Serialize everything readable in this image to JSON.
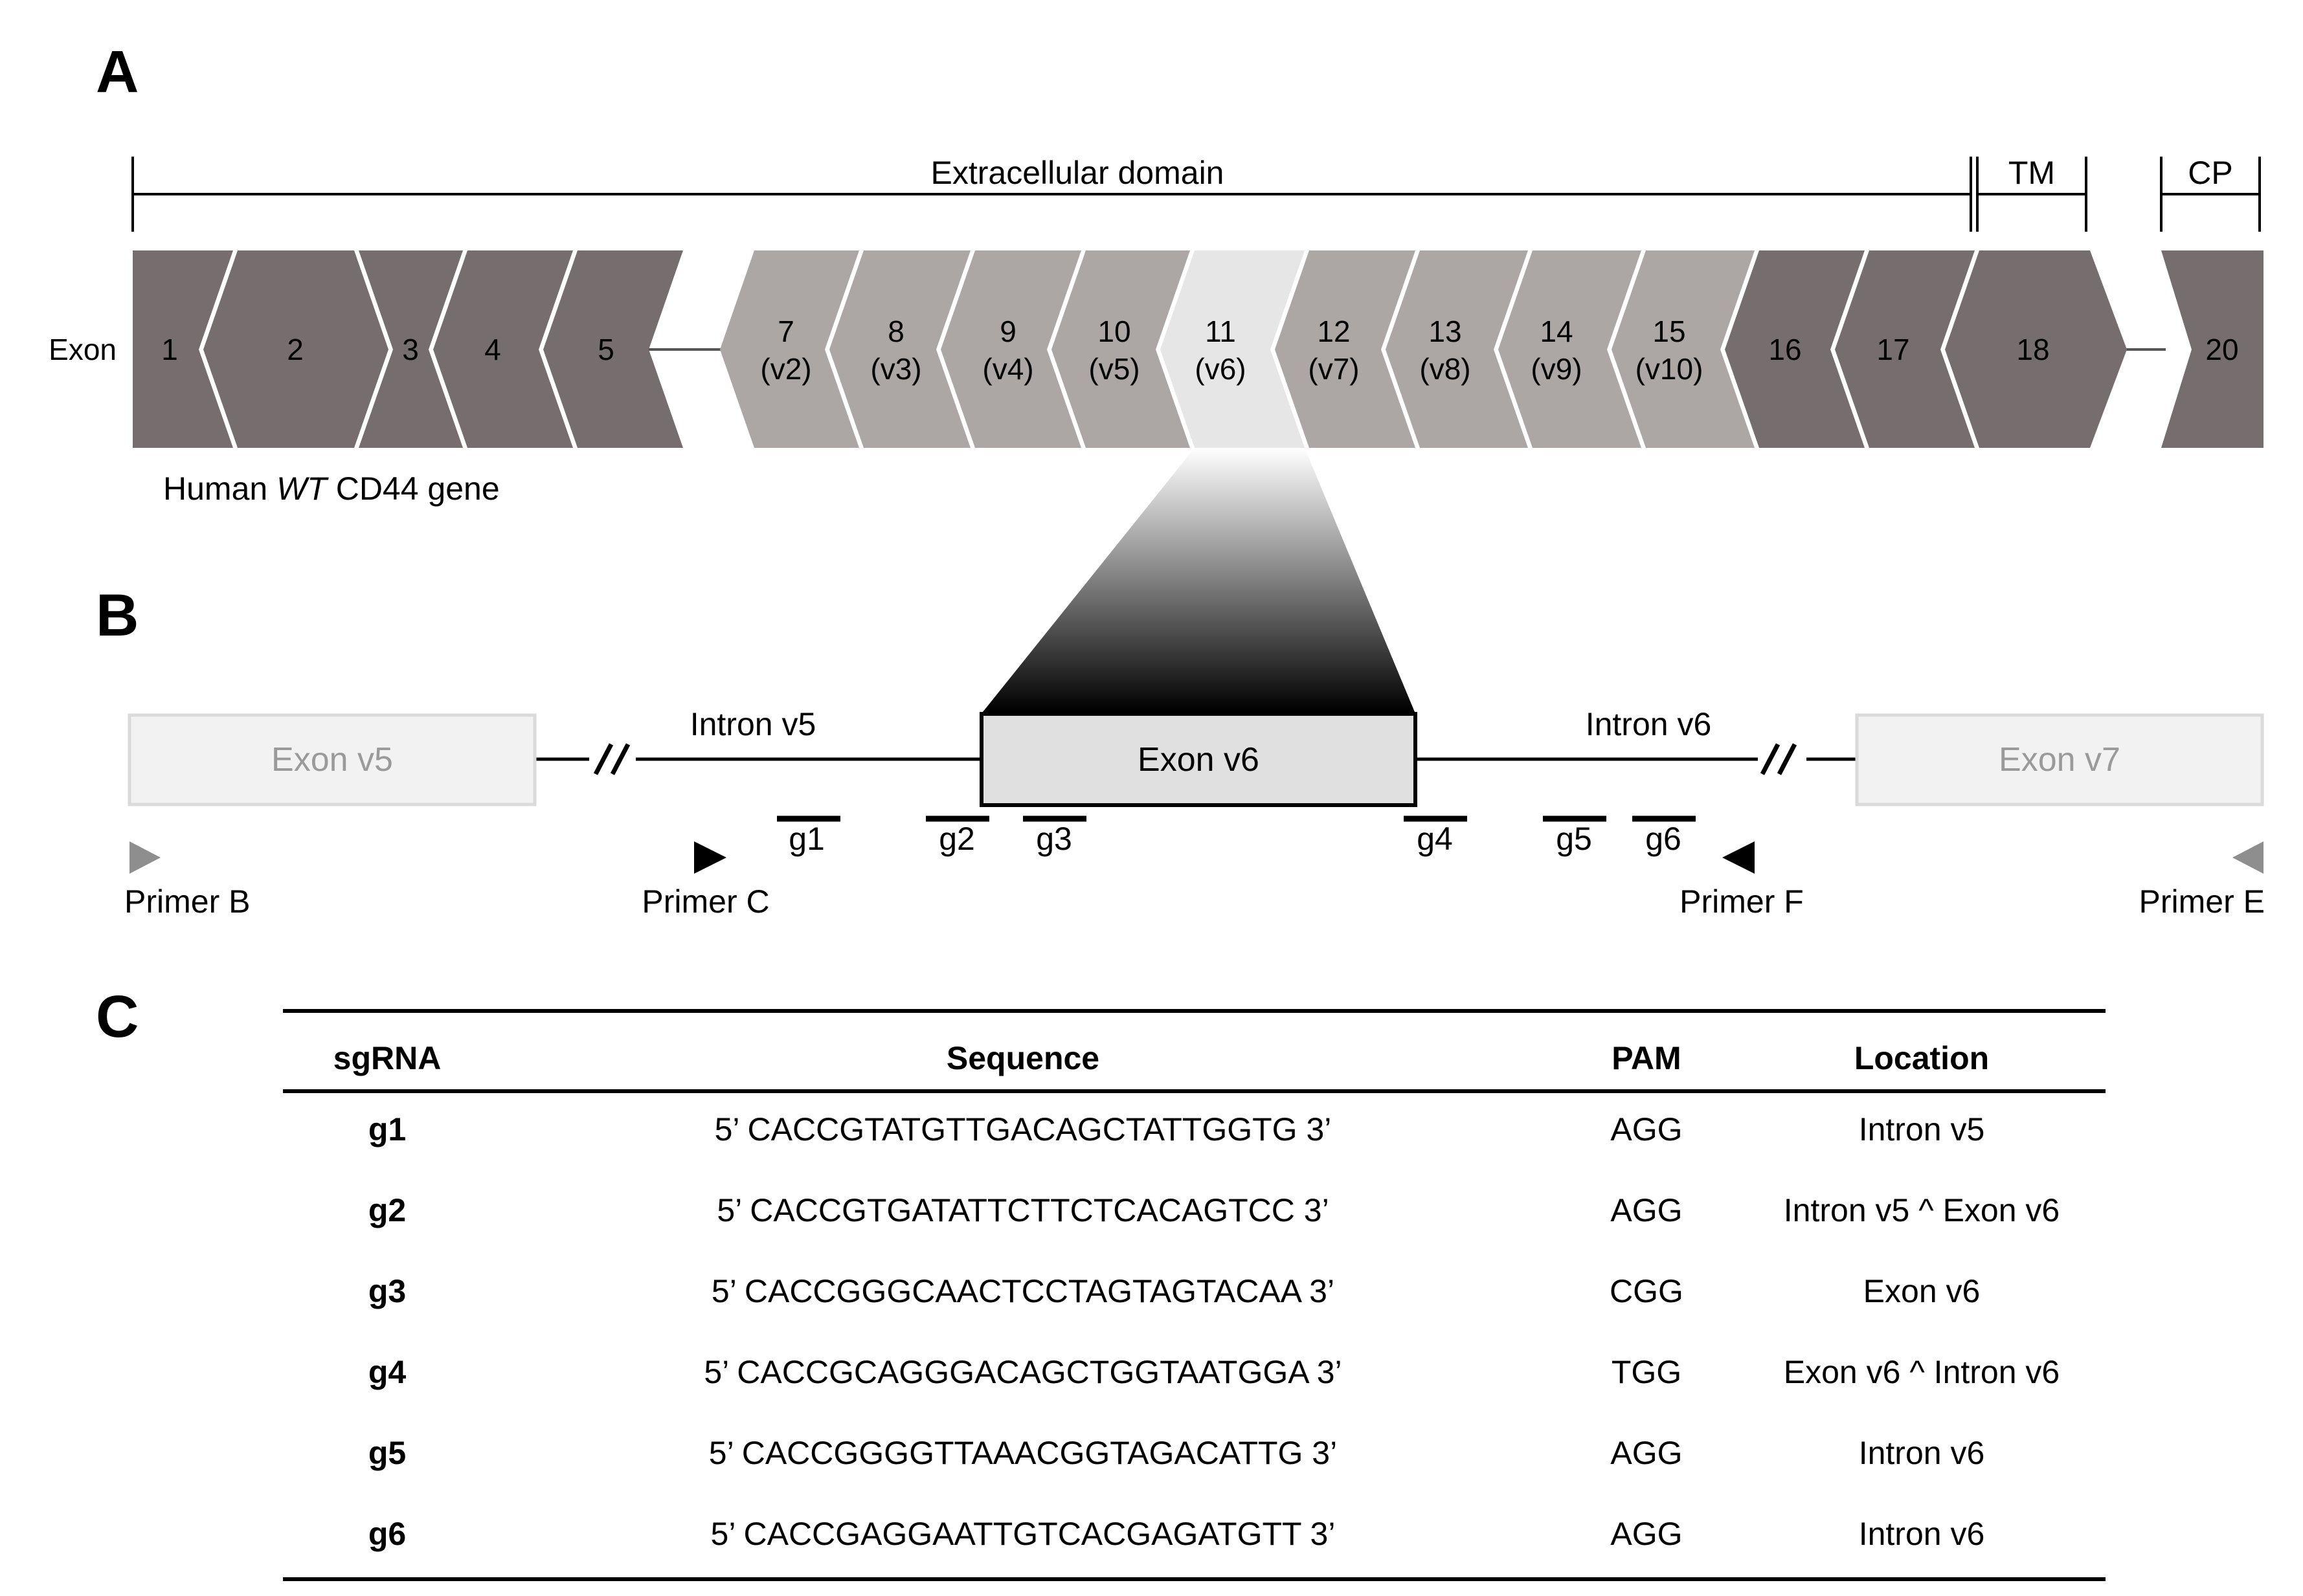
{
  "panels": {
    "a": "A",
    "b": "B",
    "c": "C"
  },
  "panel_a": {
    "exon_row_label": "Exon",
    "gene_label": {
      "prefix": "Human ",
      "italic": "WT",
      "suffix": " CD44 gene"
    },
    "domains": [
      {
        "key": "extracellular",
        "label": "Extracellular domain"
      },
      {
        "key": "tm",
        "label": "TM"
      },
      {
        "key": "cp",
        "label": "CP"
      }
    ],
    "exons": [
      {
        "num": "1",
        "variant": "",
        "shade": "dark"
      },
      {
        "num": "2",
        "variant": "",
        "shade": "dark"
      },
      {
        "num": "3",
        "variant": "",
        "shade": "dark"
      },
      {
        "num": "4",
        "variant": "",
        "shade": "dark"
      },
      {
        "num": "5",
        "variant": "",
        "shade": "dark"
      },
      {
        "num": "7",
        "variant": "(v2)",
        "shade": "mid"
      },
      {
        "num": "8",
        "variant": "(v3)",
        "shade": "mid"
      },
      {
        "num": "9",
        "variant": "(v4)",
        "shade": "mid"
      },
      {
        "num": "10",
        "variant": "(v5)",
        "shade": "mid"
      },
      {
        "num": "11",
        "variant": "(v6)",
        "shade": "light"
      },
      {
        "num": "12",
        "variant": "(v7)",
        "shade": "mid"
      },
      {
        "num": "13",
        "variant": "(v8)",
        "shade": "mid"
      },
      {
        "num": "14",
        "variant": "(v9)",
        "shade": "mid"
      },
      {
        "num": "15",
        "variant": "(v10)",
        "shade": "mid"
      },
      {
        "num": "16",
        "variant": "",
        "shade": "dark"
      },
      {
        "num": "17",
        "variant": "",
        "shade": "dark"
      },
      {
        "num": "18",
        "variant": "",
        "shade": "dark"
      },
      {
        "num": "20",
        "variant": "",
        "shade": "dark"
      }
    ]
  },
  "panel_b": {
    "exon_v5": "Exon v5",
    "exon_v6": "Exon v6",
    "exon_v7": "Exon v7",
    "intron_v5": "Intron v5",
    "intron_v6": "Intron v6",
    "guides": [
      "g1",
      "g2",
      "g3",
      "g4",
      "g5",
      "g6"
    ],
    "primers": [
      {
        "key": "b",
        "label": "Primer B",
        "direction": "forward",
        "shade": "grey"
      },
      {
        "key": "c",
        "label": "Primer C",
        "direction": "forward",
        "shade": "black"
      },
      {
        "key": "f",
        "label": "Primer F",
        "direction": "reverse",
        "shade": "black"
      },
      {
        "key": "e",
        "label": "Primer E",
        "direction": "reverse",
        "shade": "grey"
      }
    ]
  },
  "table": {
    "headers": [
      "sgRNA",
      "Sequence",
      "PAM",
      "Location"
    ],
    "rows": [
      [
        "g1",
        "5’ CACCGTATGTTGACAGCTATTGGTG 3’",
        "AGG",
        "Intron v5"
      ],
      [
        "g2",
        "5’ CACCGTGATATTCTTCTCACAGTCC 3’",
        "AGG",
        "Intron v5 ^ Exon v6"
      ],
      [
        "g3",
        "5’ CACCGGGCAACTCCTAGTAGTACAA 3’",
        "CGG",
        "Exon v6"
      ],
      [
        "g4",
        "5’ CACCGCAGGGACAGCTGGTAATGGA 3’",
        "TGG",
        "Exon v6 ^ Intron v6"
      ],
      [
        "g5",
        "5’ CACCGGGGTTAAACGGTAGACATTG 3’",
        "AGG",
        "Intron v6"
      ],
      [
        "g6",
        "5’ CACCGAGGAATTGTCACGAGATGTT 3’",
        "AGG",
        "Intron v6"
      ]
    ]
  },
  "colors": {
    "dark": "#766e6e",
    "mid": "#aca6a4",
    "light": "#e6e6e6",
    "line": "#000000",
    "faded_box": "#f2f2f2",
    "faded_text": "#9a9a9a",
    "grey_primer": "#8e8e8e"
  }
}
